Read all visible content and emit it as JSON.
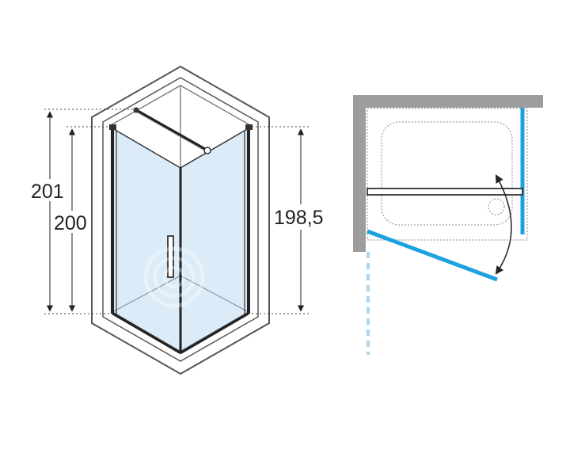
{
  "dimensions": {
    "overall_height": "201",
    "panel_height": "200",
    "fixed_panel_height": "198,5"
  },
  "colors": {
    "glass_fill": "#dcebf8",
    "glass_blue": "#1da1e0",
    "glass_dashed": "#a8d6f2",
    "wall_gray": "#9d9d9d",
    "line_dark": "#333333",
    "dim_line": "#444444"
  },
  "icons": {
    "watermark": "watermark-logo-icon",
    "swing_arrow": "swing-arrow-icon"
  }
}
